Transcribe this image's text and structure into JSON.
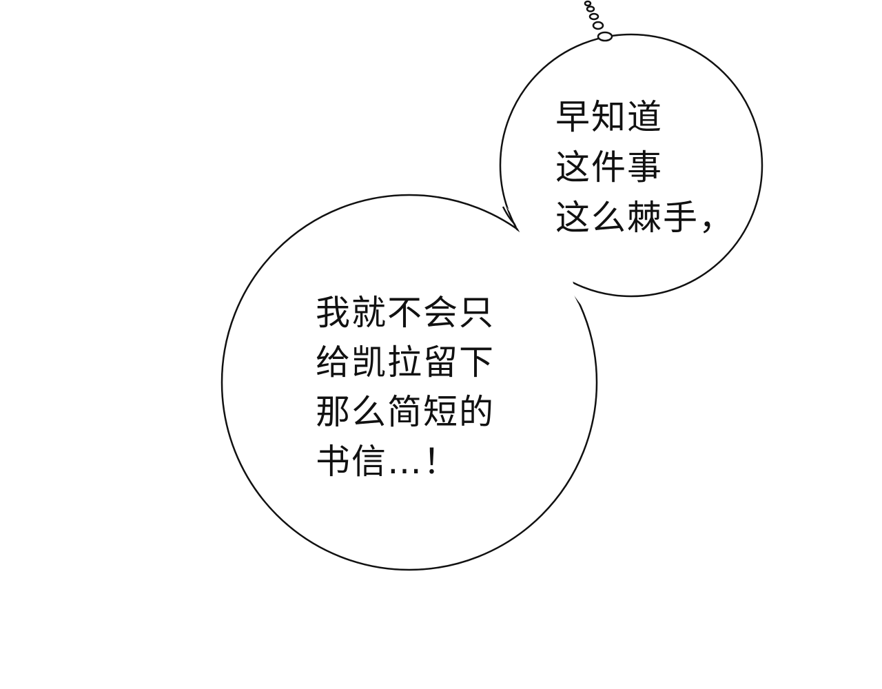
{
  "bubble_top": {
    "lines": [
      "早知道",
      "这件事",
      "这么棘手，"
    ]
  },
  "bubble_main": {
    "lines": [
      "我就不会只",
      "给凯拉留下",
      "那么简短的",
      "书信…！"
    ]
  }
}
